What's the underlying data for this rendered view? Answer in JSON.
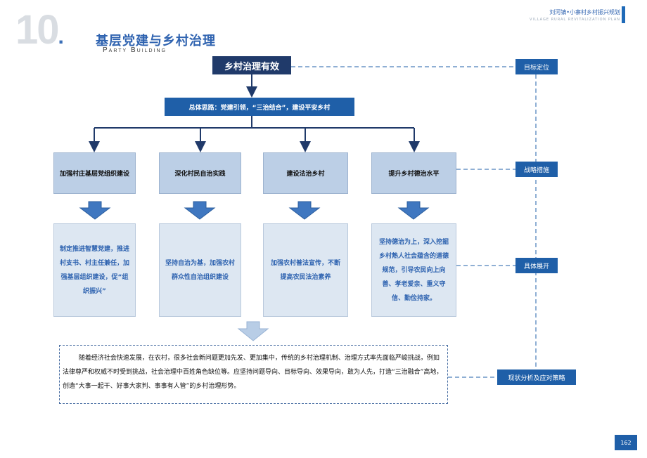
{
  "header": {
    "section_number": "10",
    "title_cn": "基层党建与乡村治理",
    "title_en": "Party Building",
    "brand_cn": "刘河镇•小寨村乡村振兴规划",
    "brand_en": "VILLAGE RURAL  REVITALIZATION PLAN"
  },
  "diagram": {
    "main": "乡村治理有效",
    "subtitle": "总体思路：党建引领，“三治结合”，建设平安乡村",
    "categories": [
      {
        "label": "加强村庄基层党组织建设"
      },
      {
        "label": "深化村民自治实践"
      },
      {
        "label": "建设法治乡村"
      },
      {
        "label": "提升乡村德治水平"
      }
    ],
    "details": [
      {
        "text": "制定推进智慧党建，推进村支书、村主任兼任，加强基层组织建设，促“组织振兴”"
      },
      {
        "text": "坚持自治为基，加强农村群众性自治组织建设"
      },
      {
        "text": "加强农村普法宣传，不断提高农民法治素养"
      },
      {
        "text": "坚持德治为上，深入挖掘乡村熟人社会蕴含的道德规范，引导农民向上向善、孝老爱亲、重义守信、勤俭持家。"
      }
    ],
    "summary": "        随着经济社会快速发展，在农村，很多社会新问题更加先发、更加集中，传统的乡村治理机制、治理方式率先面临严峻挑战，例如法律尊严和权威不时受到挑战，社会治理中百姓角色缺位等。应坚持问题导向、目标导向、效果导向，敢为人先，打造“三治融合”高地，创造“大事一起干、好事大家判、事事有人管”的乡村治理形势。",
    "side_labels": {
      "goal": "目标定位",
      "strategy": "战略措施",
      "implementation": "具体展开",
      "analysis": "现状分析及应对策略"
    }
  },
  "page_number": "162",
  "colors": {
    "primary_blue": "#1f5fa8",
    "dark_navy": "#203a6a",
    "light_blue": "#bccfe6",
    "pale_blue": "#dde7f2",
    "arrow_blue": "#3f77c0",
    "arrow_light": "#b8cde6"
  }
}
